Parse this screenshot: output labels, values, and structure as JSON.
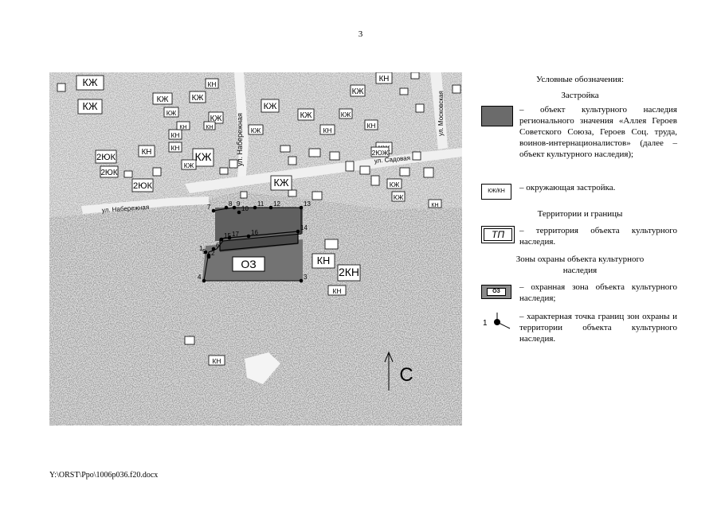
{
  "page_number": "3",
  "footer_path": "Y:\\ORST\\Ppo\\1006p036.f20.docx",
  "map": {
    "streets": [
      "ул. Набережная",
      "ул. Набережная",
      "ул. Садовая",
      "ул. Московская"
    ],
    "zone_label": "ОЗ",
    "north_label": "С",
    "point_labels": [
      "1",
      "2",
      "3",
      "4",
      "5",
      "6",
      "7",
      "8",
      "9",
      "10",
      "11",
      "12",
      "13",
      "14",
      "15",
      "16",
      "17"
    ],
    "building_labels": [
      "КЖ",
      "КЖ",
      "КЖ",
      "КН",
      "КЖ",
      "КЖ",
      "КН",
      "КЖ",
      "КЖ",
      "КН",
      "КЖ",
      "2ЮК",
      "2ЮК",
      "КН",
      "КН",
      "КЖ",
      "КЖ",
      "КЖ",
      "КЖ",
      "2ЮК",
      "КН",
      "КЖ",
      "КЖ",
      "КН",
      "КН",
      "КЖ",
      "КЖ",
      "КЖ",
      "КН",
      "2КН",
      "КН",
      "КН",
      "КН",
      "2ЮЖ",
      "КН"
    ]
  },
  "legend": {
    "title": "Условные обозначения:",
    "section_building": "Застройка",
    "item_heritage": "– объект культурного наследия регионального значения «Аллея Героев Советского Союза, Героев Соц. труда, воинов-интернационалистов» (далее – объект культурного наследия);",
    "item_surrounding_symbol": "КЖ/КН",
    "item_surrounding": "– окружающая застройка.",
    "section_territories": "Территории и границы",
    "item_territory_symbol": "ТП",
    "item_territory": "– территория объекта культурного наследия.",
    "section_zones": "Зоны охраны объекта культурного наследия",
    "item_zone_symbol": "ОЗ",
    "item_zone": "– охранная зона объекта культурного наследия;",
    "item_point_symbol": "1",
    "item_point": "– характерная точка границ зон охраны и территории объекта культурного наследия."
  }
}
